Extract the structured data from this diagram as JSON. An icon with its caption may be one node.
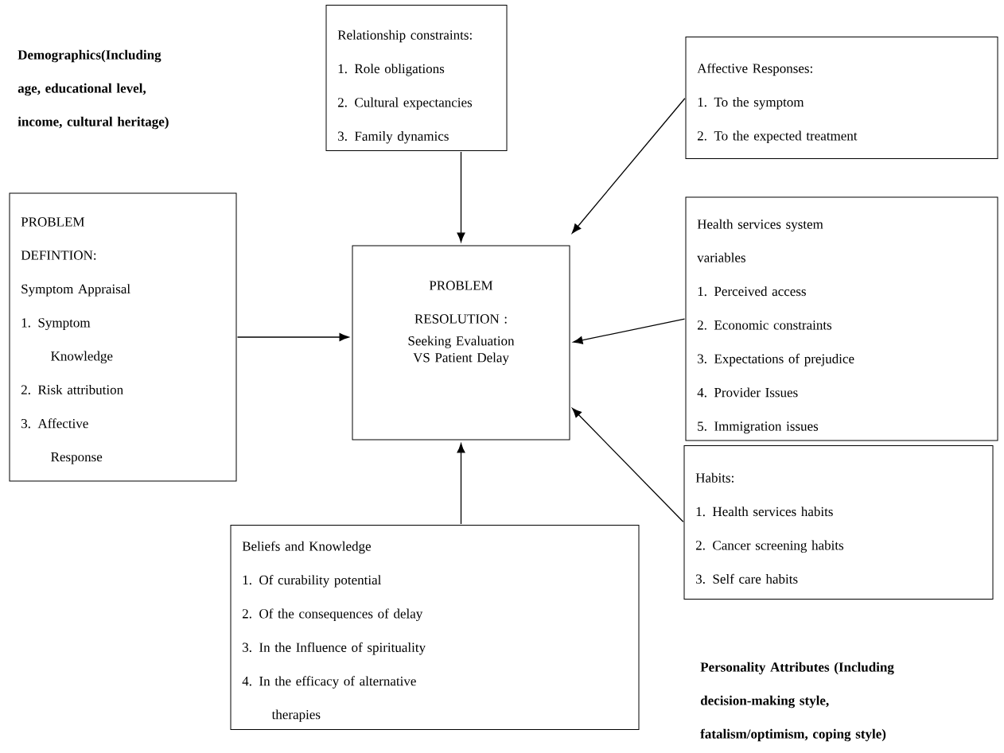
{
  "diagram": {
    "nodes": [
      {
        "text": [
          "Relationship constraints:",
          "1. Role obligations",
          "2. Cultural expectancies",
          "3. Family dynamics"
        ]
      },
      {
        "text": [
          "Affective Responses:",
          "1. To the symptom",
          "2. To the expected treatment"
        ]
      },
      {
        "text": [
          "PROBLEM DEFINTION:",
          "Symptom Appraisal",
          "1. Symptom Knowledge",
          "2. Risk attribution",
          "3. Affective Response"
        ]
      },
      {
        "text": [
          "PROBLEM RESOLUTION :",
          "Seeking Evaluation VS Patient Delay"
        ]
      },
      {
        "text": [
          "Health services system variables",
          "1. Perceived access",
          "2. Economic constraints",
          "3. Expectations of prejudice",
          "4. Provider Issues",
          "5. Immigration issues"
        ]
      },
      {
        "text": [
          "Habits:",
          "1. Health services habits",
          "2. Cancer screening habits",
          "3. Self care habits"
        ]
      },
      {
        "text": [
          "Beliefs and Knowledge",
          "1. Of curability potential",
          "2. Of the consequences of delay",
          "3. In the Influence of spirituality",
          "4. In the efficacy of alternative therapies"
        ]
      }
    ],
    "edges": [
      {
        "from": 0,
        "to": 3,
        "arrow": "to"
      },
      {
        "from": 1,
        "to": 3,
        "arrow": "to"
      },
      {
        "from": 2,
        "to": 3,
        "arrow": "to"
      },
      {
        "from": 4,
        "to": 3,
        "arrow": "to"
      },
      {
        "from": 5,
        "to": 3,
        "arrow": "to"
      },
      {
        "from": 6,
        "to": 3,
        "arrow": "to"
      }
    ],
    "labels": [
      "Demographics(Including age, educational level, income, cultural heritage)",
      "Personality Attributes (Including decision-making style, fatalism/optimism, coping style)"
    ]
  }
}
